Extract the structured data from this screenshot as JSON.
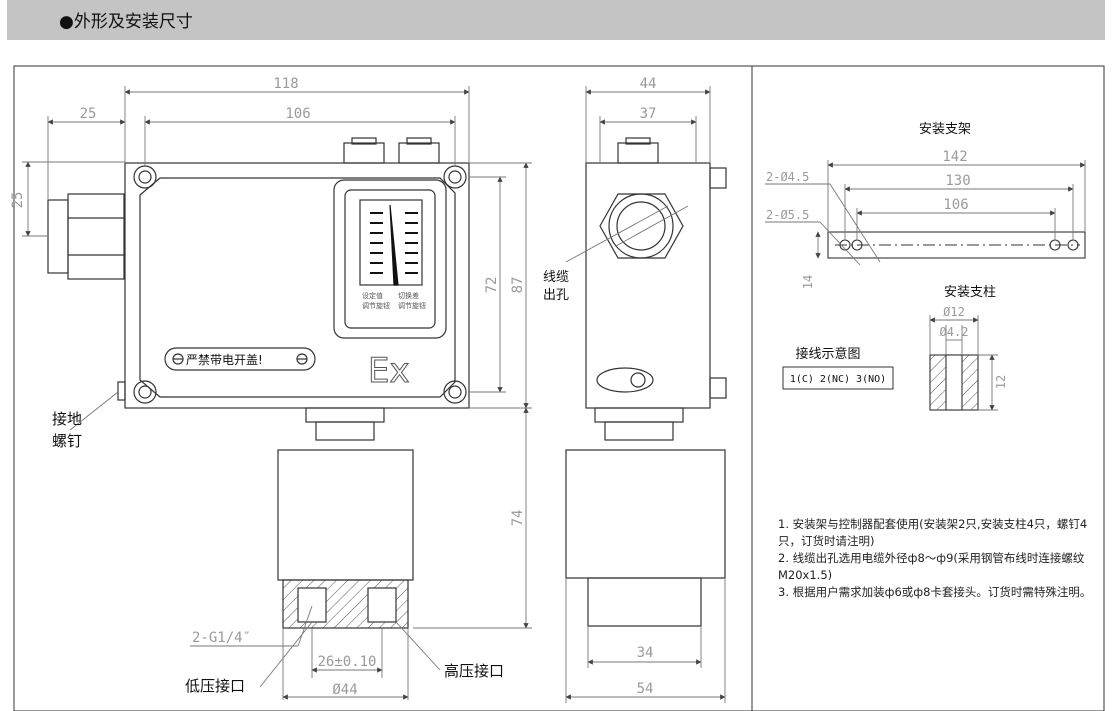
{
  "header": {
    "title": "●外形及安装尺寸"
  },
  "front_view": {
    "dim_width_total": "118",
    "dim_width_holes": "106",
    "dim_gland_offset": "25",
    "dim_gland_vertical": "25",
    "dim_height_holes": "72",
    "dim_height_total": "87",
    "dim_sensor_height": "74",
    "dim_port_thread": "2-G1/4″",
    "dim_port_spacing": "26±0.10",
    "dim_port_diameter": "Ø44",
    "label_ground_screw_line1": "接地",
    "label_ground_screw_line2": "螺钉",
    "label_low_pressure": "低压接口",
    "label_high_pressure": "高压接口",
    "warning_plate": "严禁带电开盖!",
    "ex_mark": "Ex",
    "scale_label_left_1": "设定值",
    "scale_label_left_2": "调节旋钮",
    "scale_label_right_1": "切换差",
    "scale_label_right_2": "调节旋钮"
  },
  "side_view": {
    "dim_width_total": "44",
    "dim_width_inner": "37",
    "dim_bottom_width": "34",
    "dim_base_width": "54",
    "label_cable_outlet_line1": "线缆",
    "label_cable_outlet_line2": "出孔"
  },
  "bracket": {
    "title": "安装支架",
    "dim_142": "142",
    "dim_130": "130",
    "dim_106": "106",
    "dim_hole_45": "2-Ø4.5",
    "dim_hole_55": "2-Ø5.5",
    "dim_height": "14"
  },
  "post": {
    "title": "安装支柱",
    "dim_outer": "Ø12",
    "dim_inner": "Ø4.2",
    "dim_height": "12"
  },
  "wiring": {
    "title": "接线示意图",
    "text": "1(C) 2(NC) 3(NO)"
  },
  "notes": [
    "1. 安装架与控制器配套使用(安装架2只,安装支柱4只，螺钉4只，订货时请注明)",
    "2. 线缆出孔选用电缆外径ф8～ф9(采用钢管布线时连接螺纹M20x1.5)",
    "3. 根据用户需求加装ф6或ф8卡套接头。订货时需特殊注明。"
  ]
}
